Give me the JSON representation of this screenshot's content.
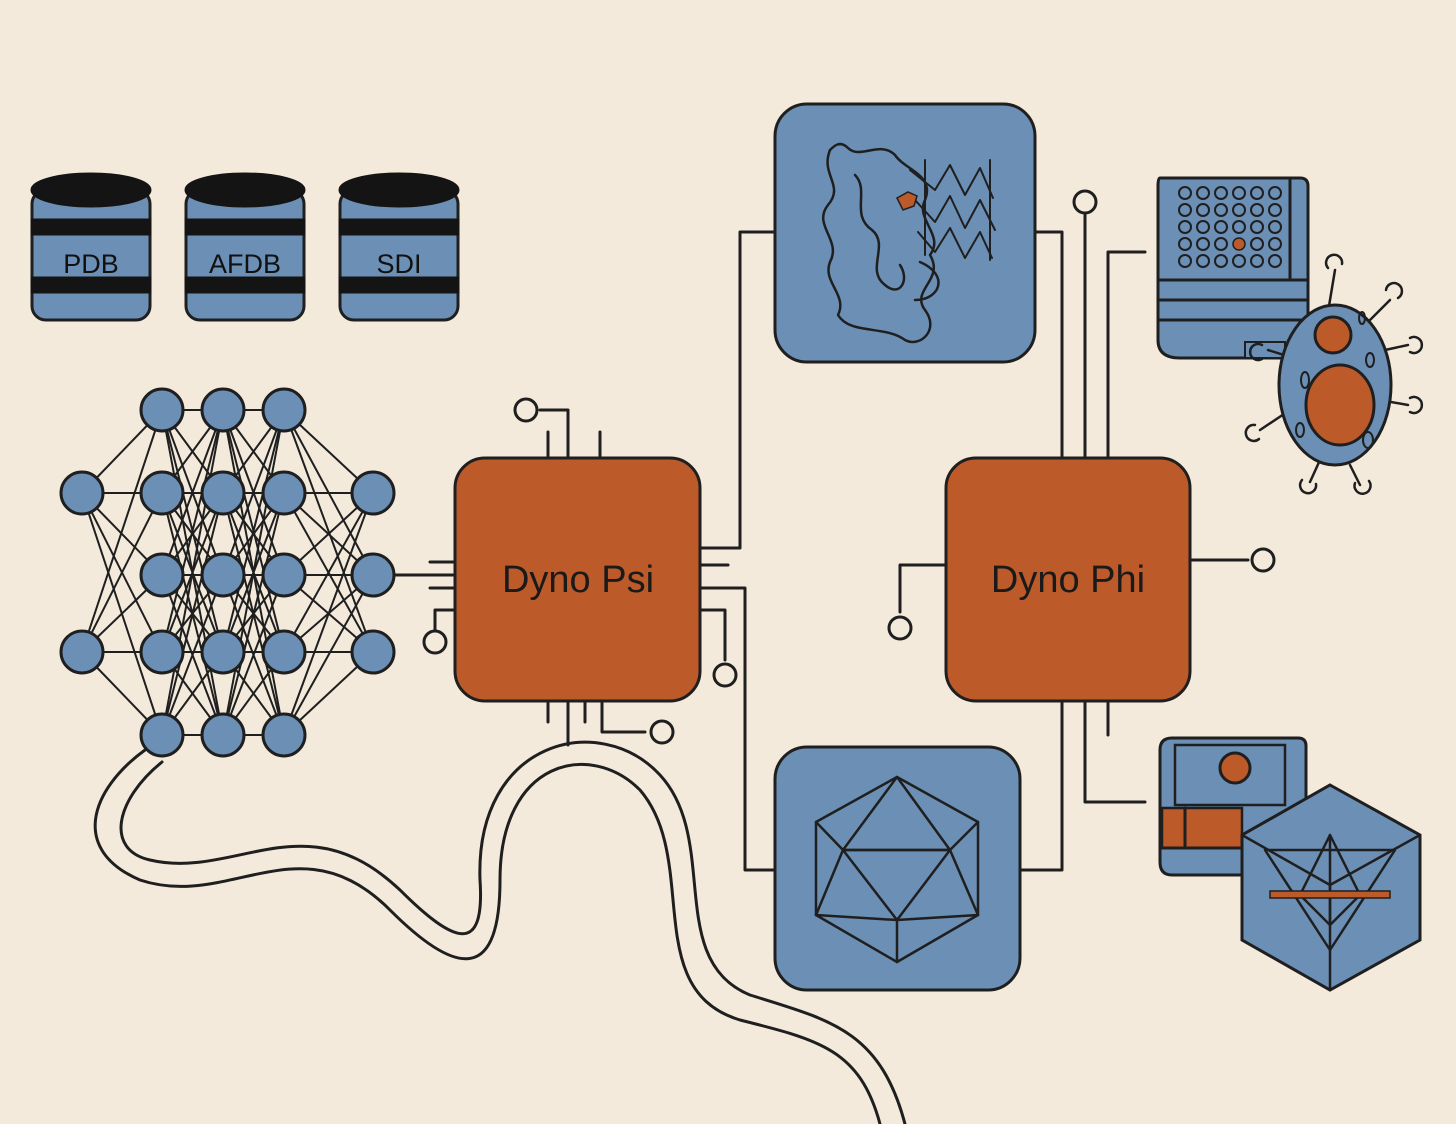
{
  "databases": [
    {
      "label": "PDB"
    },
    {
      "label": "AFDB"
    },
    {
      "label": "SDI"
    }
  ],
  "chips": {
    "psi": {
      "label": "Dyno Psi"
    },
    "phi": {
      "label": "Dyno Phi"
    }
  },
  "colors": {
    "background": "#f3eadc",
    "blue": "#6b8fb5",
    "orange": "#bd5a2a",
    "ink": "#1f1f1f"
  },
  "icons": {
    "protein_panel": "protein-structure-icon",
    "capsid_panel": "icosahedron-icon",
    "cell": "cell-icon",
    "well_plate": "well-plate-icon",
    "cube": "cube-icon",
    "neural_network": "neural-network-icon"
  }
}
